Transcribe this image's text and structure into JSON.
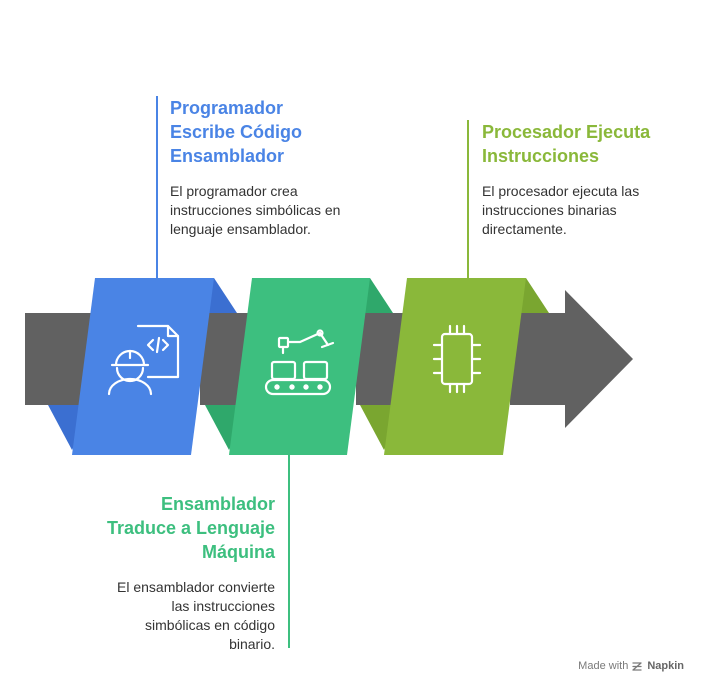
{
  "steps": [
    {
      "title_lines": [
        "Programador",
        "Escribe Código",
        "Ensamblador"
      ],
      "description_lines": [
        "El programador crea",
        "instrucciones simbólicas en",
        "lenguaje ensamblador."
      ],
      "icon": "programmer-code-icon",
      "color": "#4a84e5"
    },
    {
      "title_lines": [
        "Ensamblador",
        "Traduce a Lenguaje",
        "Máquina"
      ],
      "description_lines": [
        "El ensamblador convierte",
        "las instrucciones",
        "simbólicas en código",
        "binario."
      ],
      "icon": "assembly-line-icon",
      "color": "#3dbf7f"
    },
    {
      "title_lines": [
        "Procesador Ejecuta",
        "Instrucciones"
      ],
      "description_lines": [
        "El procesador ejecuta las",
        "instrucciones binarias",
        "directamente."
      ],
      "icon": "cpu-chip-icon",
      "color": "#8ab83a"
    }
  ],
  "colors": {
    "arrow": "#616161",
    "blue": "#4a84e5",
    "blue_fold": "#3b6fd1",
    "green": "#3dbf7f",
    "green_fold": "#2fa86b",
    "olive": "#8ab83a",
    "olive_fold": "#7aa630"
  },
  "footer": {
    "prefix": "Made with",
    "brand": "Napkin"
  }
}
